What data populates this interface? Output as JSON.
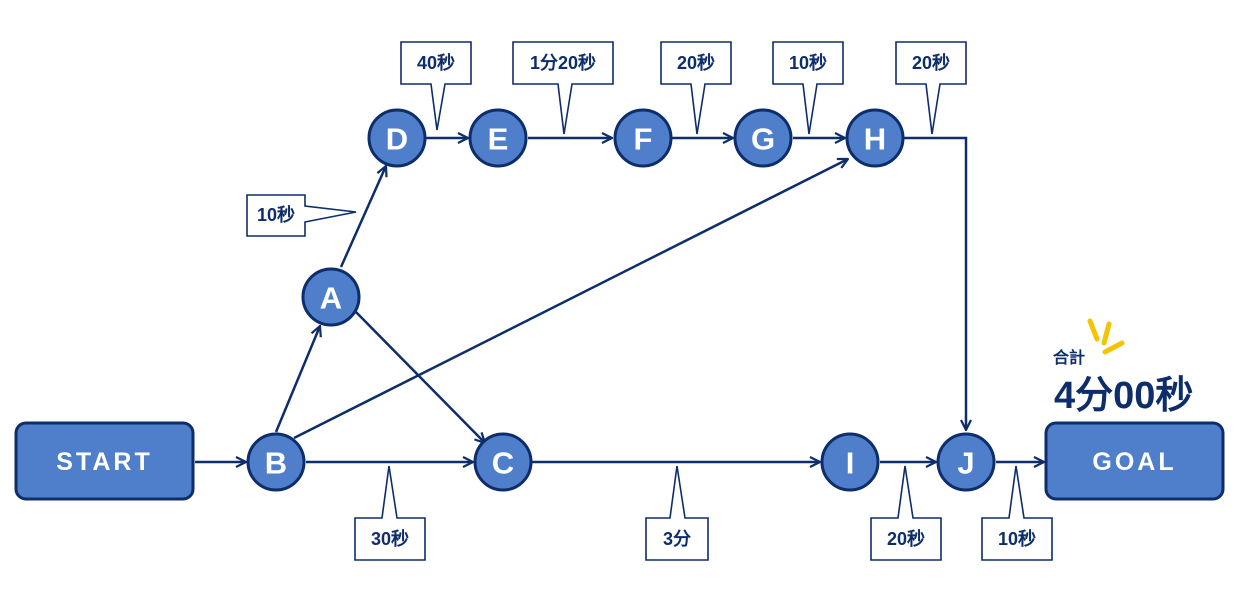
{
  "terminals": {
    "start": "START",
    "goal": "GOAL"
  },
  "nodes": {
    "A": "A",
    "B": "B",
    "C": "C",
    "D": "D",
    "E": "E",
    "F": "F",
    "G": "G",
    "H": "H",
    "I": "I",
    "J": "J"
  },
  "durations": {
    "B_A": "10秒",
    "D_E": "40秒",
    "E_F": "1分20秒",
    "F_G": "20秒",
    "G_H": "10秒",
    "H_J": "20秒",
    "B_C": "30秒",
    "C_I": "3分",
    "I_J": "20秒",
    "J_goal": "10秒"
  },
  "total": {
    "label": "合計",
    "value": "4分00秒"
  },
  "colors": {
    "node_fill": "#4f7fcb",
    "outline": "#0d2d6b",
    "accent": "#f5c300"
  }
}
